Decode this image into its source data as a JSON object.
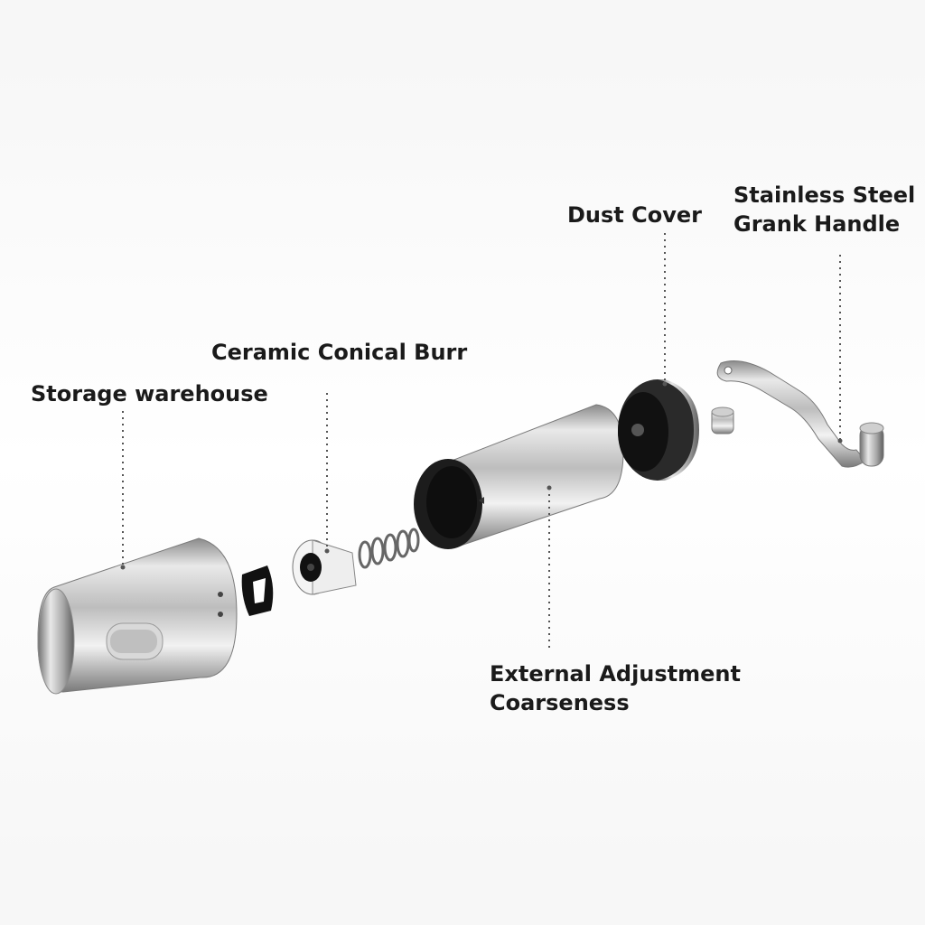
{
  "labels": {
    "storage": "Storage warehouse",
    "burr": "Ceramic Conical Burr",
    "dust_cover": "Dust Cover",
    "handle_line1": "Stainless Steel",
    "handle_line2": "Grank Handle",
    "adjust_line1": "External Adjustment",
    "adjust_line2": "Coarseness"
  },
  "colors": {
    "background": "#f7f7f7",
    "band": "#ffffff",
    "steel_light": "#e6e6e6",
    "steel_dark": "#6d6d6d",
    "black_part": "#111111",
    "leader_line": "#555555"
  }
}
